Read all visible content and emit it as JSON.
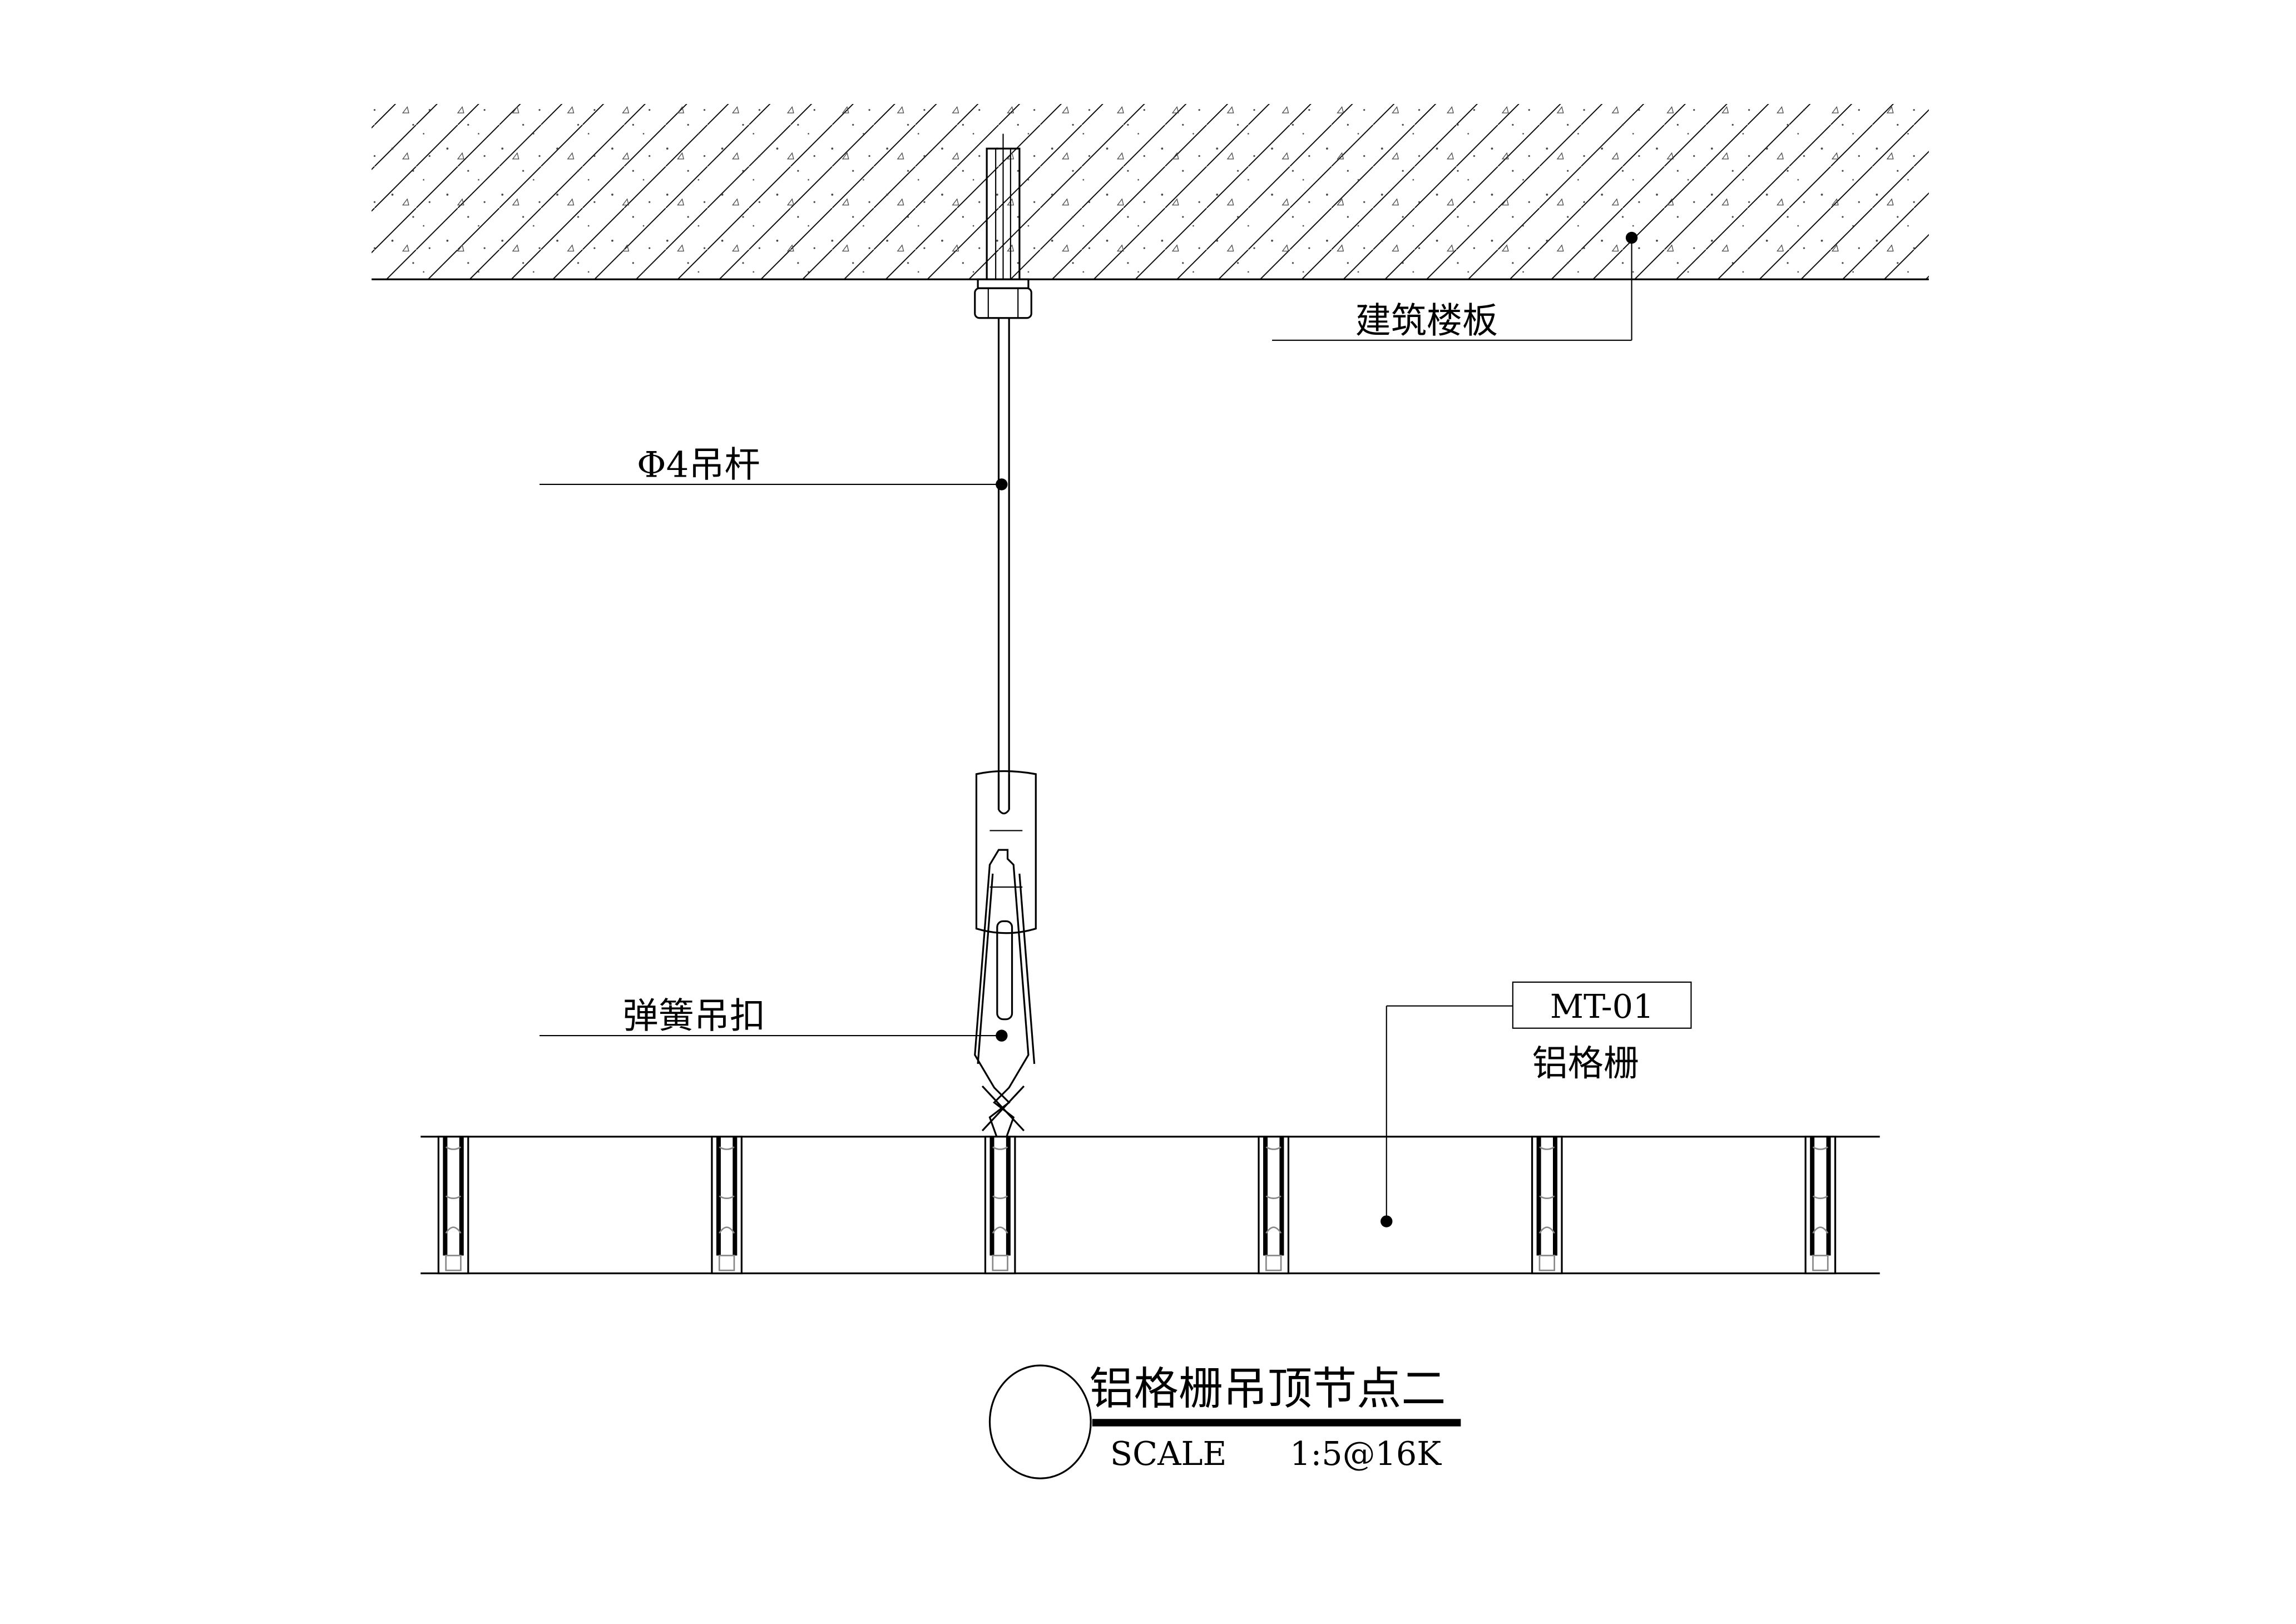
{
  "labels": {
    "slab": "建筑楼板",
    "rod": "Φ4吊杆",
    "spring_clip": "弹簧吊扣",
    "material_code": "MT-01",
    "material_name": "铝格栅"
  },
  "title_block": {
    "title": "铝格栅吊顶节点二",
    "scale_label": "SCALE",
    "scale_value": "1:5@16K"
  },
  "colors": {
    "line": "#000000",
    "background": "#ffffff"
  }
}
